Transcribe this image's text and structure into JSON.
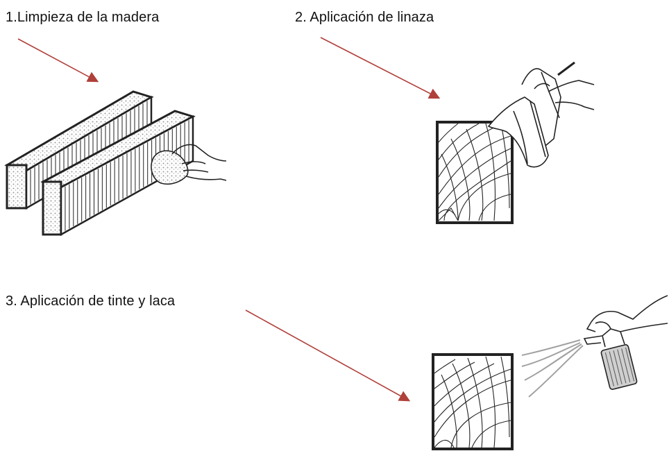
{
  "steps": [
    {
      "label": "1.Limpieza de la madera"
    },
    {
      "label": "2. Aplicación de linaza"
    },
    {
      "label": "3. Aplicación de tinte y laca"
    }
  ],
  "colors": {
    "arrow": "#b0403a",
    "ink": "#222222",
    "background": "#ffffff"
  },
  "icons": [
    "cleaning-cloth-hand-icon",
    "brush-hand-icon",
    "spray-bottle-hand-icon",
    "wood-grain-panel-icon"
  ]
}
